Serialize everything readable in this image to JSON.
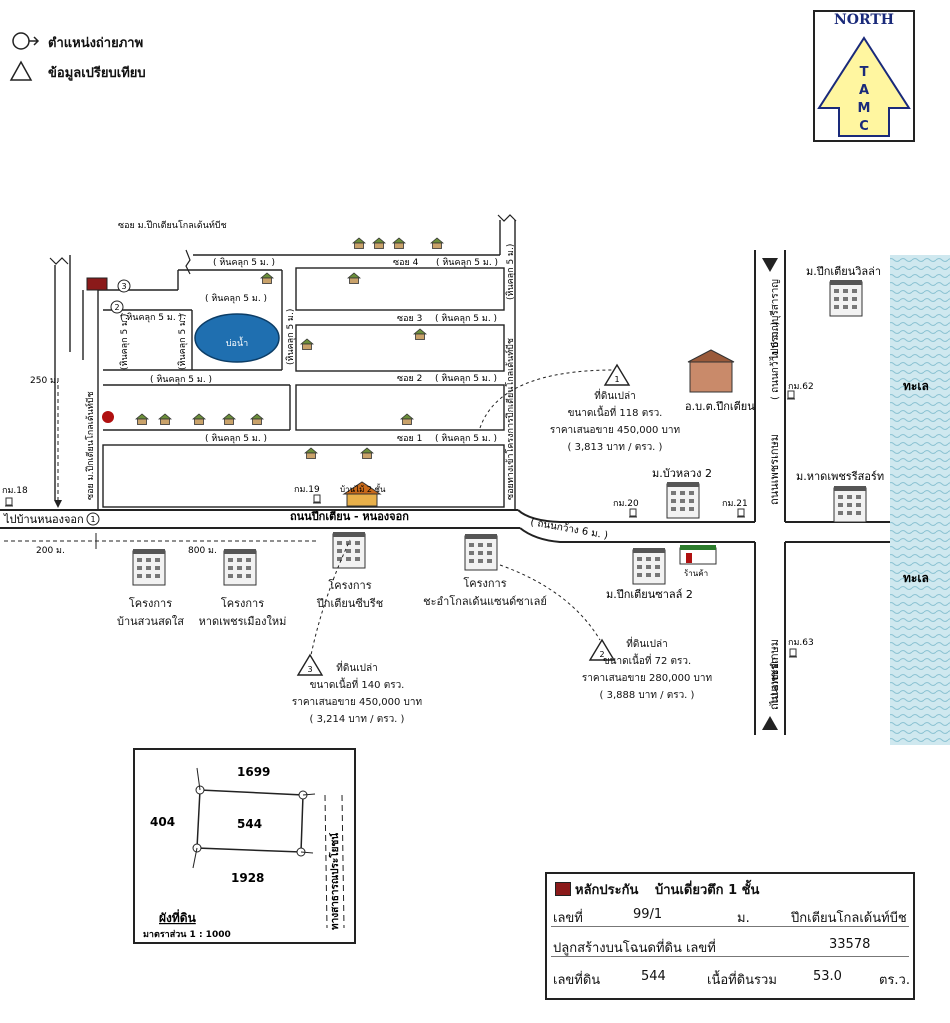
{
  "legend": {
    "photo_label": "ตำแหน่งถ่ายภาพ",
    "compare_label": "ข้อมูลเปรียบเทียบ"
  },
  "north": {
    "title": "NORTH",
    "letters": [
      "T",
      "A",
      "M",
      "C"
    ]
  },
  "colors": {
    "sea": "#b9dde6",
    "road": "#222222",
    "brand": "#1a2a7a",
    "marker": "#8b1a1a",
    "pond": "#1f6fb0"
  },
  "roads": {
    "main": "ถนนปึกเตียน - หนองจอก",
    "main_width": "( ถนนกว้าง 6 ม. )",
    "petch": "ถนนเพชรเกษม",
    "petch_width": "( ถนนกว้าง 6 ม. )",
    "to_nongjok": "ไปบ้านหนองจอก",
    "to_pranburi": "ไปปราณบุรีสาราญ",
    "to_cha_am": "ไป อ.ชะอำ",
    "soi_1": "ซอย 1",
    "soi_2": "ซอย 2",
    "soi_3": "ซอย 3",
    "soi_4": "ซอย 4",
    "soi_village": "ซอย ม.ปึกเตียนโกลเด้นท์บีช",
    "village_road_right": "ซอยทางเข้าโครงการปึกเตียนโกลเด้นท์บีช",
    "paved_5m": "( หินคลุก 5 ม. )",
    "paved_5m_v": "(หินคลุก 5 ม.)",
    "soi_top_label": "ซอย ม.ปึกเตียนโกลเด้นท์บีช",
    "soi_left": "ซอย ม.ปึกเตียนโกลเด้นท์บีช"
  },
  "distances": {
    "d250": "250 ม.",
    "d200": "200 ม.",
    "d800": "800 ม."
  },
  "places": {
    "pond": "บ่อน้ำ",
    "house2": "บ้านไม้ 2 ชั้น",
    "obt": "อ.บ.ต.ปึกเตียน",
    "puekt_villa": "ม.ปึกเตียนวิลล่า",
    "buahuang": "ม.บัวหลวง 2",
    "haad_petch": "ม.หาดเพชรรีสอร์ท",
    "puekt_seaside": "ม.ปึกเตียนซาลล์ 2",
    "shop": "ร้านค้า",
    "sea1": "ทะเล",
    "sea2": "ทะเล",
    "proj_suan": "โครงการ\nบ้านสวนสดใส",
    "proj_haad": "โครงการ\nหาดเพชรเมืองใหม่",
    "proj_puekt": "โครงการ\nปึกเตียนซีบรีช",
    "proj_cha": "โครงการ\nชะอำโกลเด้นแซนด์ซาเลย์"
  },
  "km_posts": [
    "กม.18",
    "กม.19",
    "กม.20",
    "กม.21",
    "กม.62",
    "กม.63"
  ],
  "photo_points": [
    "1",
    "2",
    "3"
  ],
  "comparisons": [
    {
      "num": "1",
      "type": "ที่ดินเปล่า",
      "size": "ขนาดเนื้อที่ 118 ตรว.",
      "price": "ราคาเสนอขาย 450,000 บาท",
      "unit": "( 3,813 บาท / ตรว. )"
    },
    {
      "num": "2",
      "type": "ที่ดินเปล่า",
      "size": "ขนาดเนื้อที่ 72 ตรว.",
      "price": "ราคาเสนอขาย 280,000 บาท",
      "unit": "( 3,888 บาท / ตรว. )"
    },
    {
      "num": "3",
      "type": "ที่ดินเปล่า",
      "size": "ขนาดเนื้อที่ 140 ตรว.",
      "price": "ราคาเสนอขาย 450,000 บาท",
      "unit": "( 3,214 บาท / ตรว. )"
    }
  ],
  "plan": {
    "n_top": "1699",
    "n_left": "404",
    "n_center": "544",
    "n_bottom": "1928",
    "road": "ทางสาธารณประโยชน์",
    "title": "ผังที่ดิน",
    "scale": "มาตราส่วน 1 : 1000"
  },
  "collateral": {
    "title": "หลักประกัน",
    "type": "บ้านเดี่ยวตึก 1 ชั้น",
    "no_label": "เลขที่",
    "no": "99/1",
    "moo_label": "ม.",
    "village": "ปึกเตียนโกลเด้นท์บีช",
    "deed_label": "ปลูกสร้างบนโฉนดที่ดิน เลขที่",
    "deed": "33578",
    "land_label": "เลขที่ดิน",
    "land_no": "544",
    "area_label": "เนื้อที่ดินรวม",
    "area": "53.0",
    "area_unit": "ตร.ว."
  }
}
